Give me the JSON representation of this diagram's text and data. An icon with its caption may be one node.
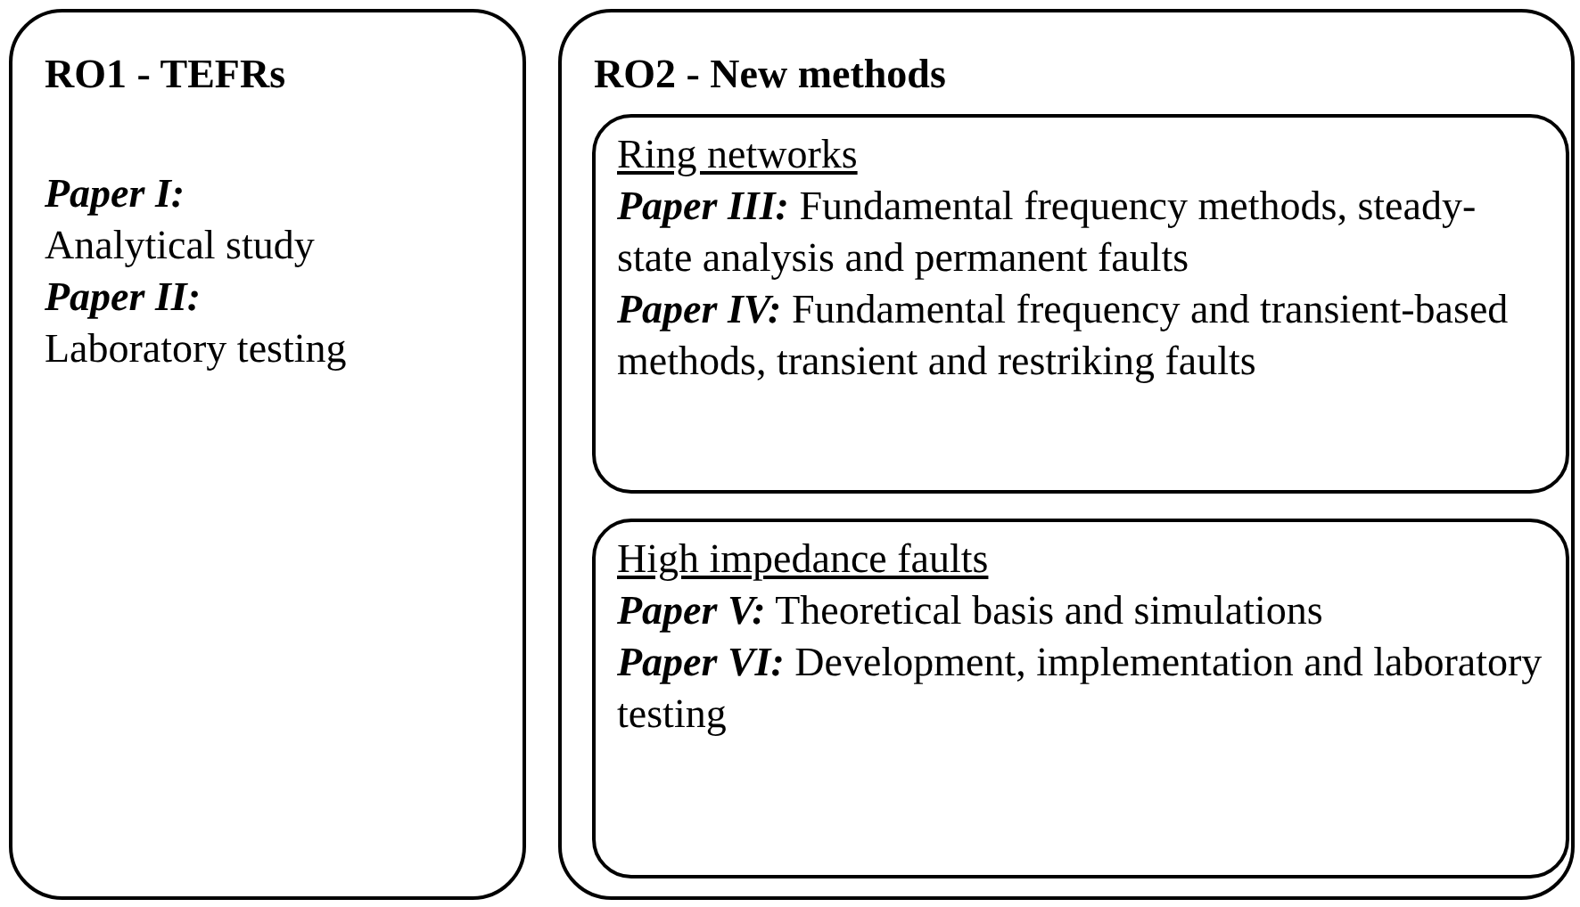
{
  "diagram": {
    "nodes": [
      {
        "text": [
          "RO1 - TEFRs",
          "**Paper I:** Analytical study",
          "**Paper II:** Laboratory testing"
        ]
      },
      {
        "text": [
          "RO2 - New methods"
        ]
      },
      {
        "text": [
          "Ring networks",
          "**Paper III:** Fundamental frequency methods, steady-state analysis and permanent faults",
          "**Paper IV:** Fundamental frequency and transient-based methods, transient and restriking faults"
        ],
        "in": 1
      },
      {
        "text": [
          "High impedance faults",
          "**Paper V:** Theoretical basis and simulations",
          "**Paper VI:** Development, implementation and laboratory testing"
        ],
        "in": 1
      }
    ]
  }
}
